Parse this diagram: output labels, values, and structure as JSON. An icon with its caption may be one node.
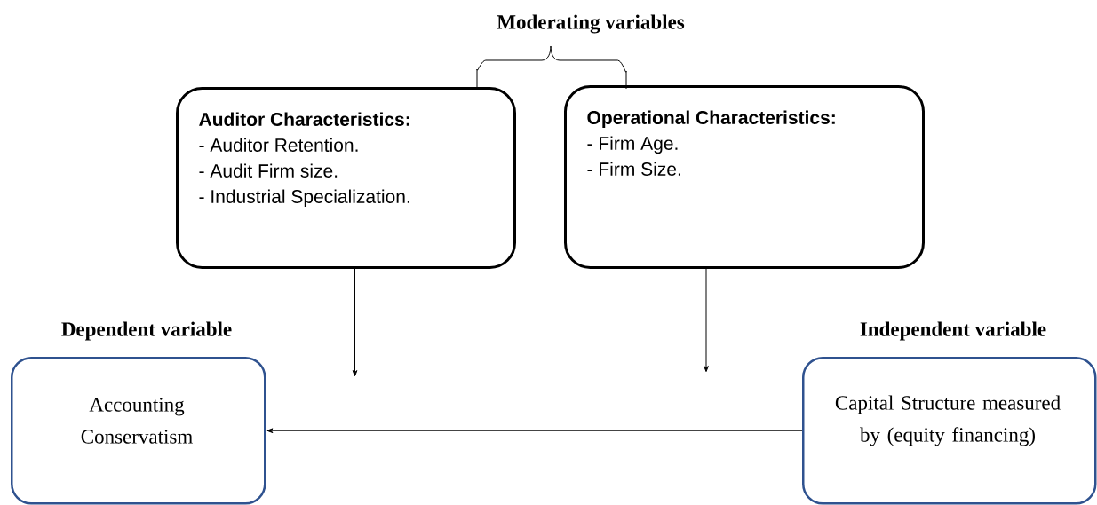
{
  "diagram": {
    "nodes": [
      {
        "text": [
          "Auditor Characteristics:",
          "- Auditor Retention.",
          "- Audit Firm size.",
          "- Industrial Specialization."
        ]
      },
      {
        "text": [
          "Operational Characteristics:",
          "- Firm Age.",
          "- Firm Size."
        ]
      },
      {
        "text": [
          "Dependent variable",
          "Accounting Conservatism"
        ]
      },
      {
        "text": [
          "Independent variable",
          "Capital Structure measured by (equity financing)"
        ]
      }
    ],
    "edges": [
      {
        "from": 3,
        "to": 2,
        "arrow": "to"
      },
      {
        "from": 0,
        "to": null,
        "arrow": "to"
      },
      {
        "from": 1,
        "to": null,
        "arrow": "to"
      }
    ],
    "labels": [
      "Moderating variables"
    ]
  }
}
